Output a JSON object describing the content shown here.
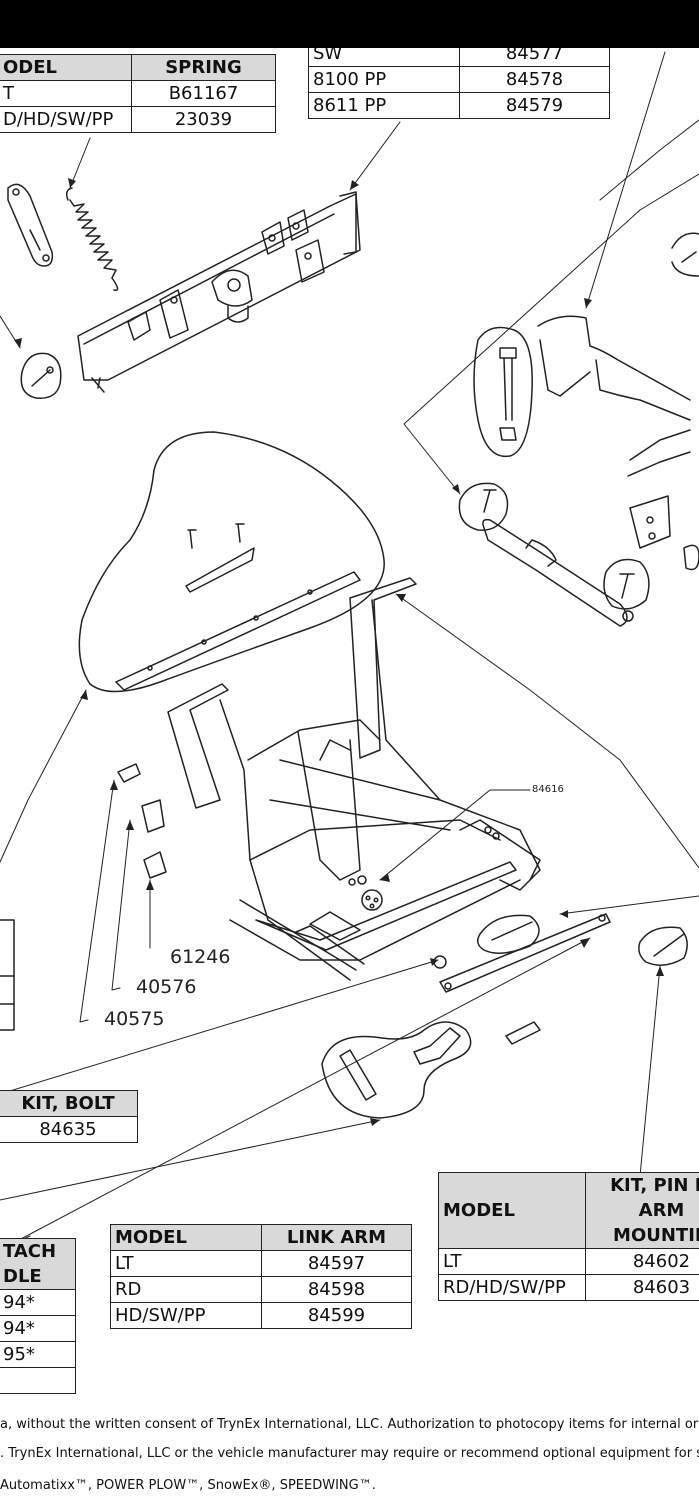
{
  "colors": {
    "header_fill": "#d9d9d9",
    "line": "#222222",
    "top_bar": "#000000"
  },
  "spring_table": {
    "headers": [
      "ODEL",
      "SPRING"
    ],
    "rows": [
      [
        "T",
        "B61167"
      ],
      [
        "D/HD/SW/PP",
        "23039"
      ]
    ]
  },
  "hitch_table": {
    "rows": [
      [
        "SW",
        "84577"
      ],
      [
        "8100 PP",
        "84578"
      ],
      [
        "8611 PP",
        "84579"
      ]
    ]
  },
  "bolt_table": {
    "header": "KIT, BOLT",
    "value": "84635"
  },
  "link_arm_table": {
    "headers": [
      "MODEL",
      "LINK ARM"
    ],
    "rows": [
      [
        "LT",
        "84597"
      ],
      [
        "RD",
        "84598"
      ],
      [
        "HD/SW/PP",
        "84599"
      ]
    ]
  },
  "pin_link_table": {
    "headers": [
      "MODEL",
      "KIT, PIN LI",
      "ARM",
      "MOUNTIN"
    ],
    "rows": [
      [
        "LT",
        "84602"
      ],
      [
        "RD/HD/SW/PP",
        "84603"
      ]
    ]
  },
  "attach_table": {
    "headers": [
      "TACH",
      "DLE"
    ],
    "rows": [
      "94*",
      "94*",
      "95*",
      ""
    ]
  },
  "callouts": {
    "c1": "84616",
    "c2": "61246",
    "c3": "40576",
    "c4": "40575"
  },
  "footer": {
    "line1": "a, without the written consent of TrynEx International, LLC. Authorization to photocopy items for internal or",
    "line2": ". TrynEx International, LLC or the vehicle manufacturer may require or recommend optional equipment for s",
    "line3": "Automatixx™, POWER PLOW™, SnowEx®, SPEEDWING™."
  }
}
